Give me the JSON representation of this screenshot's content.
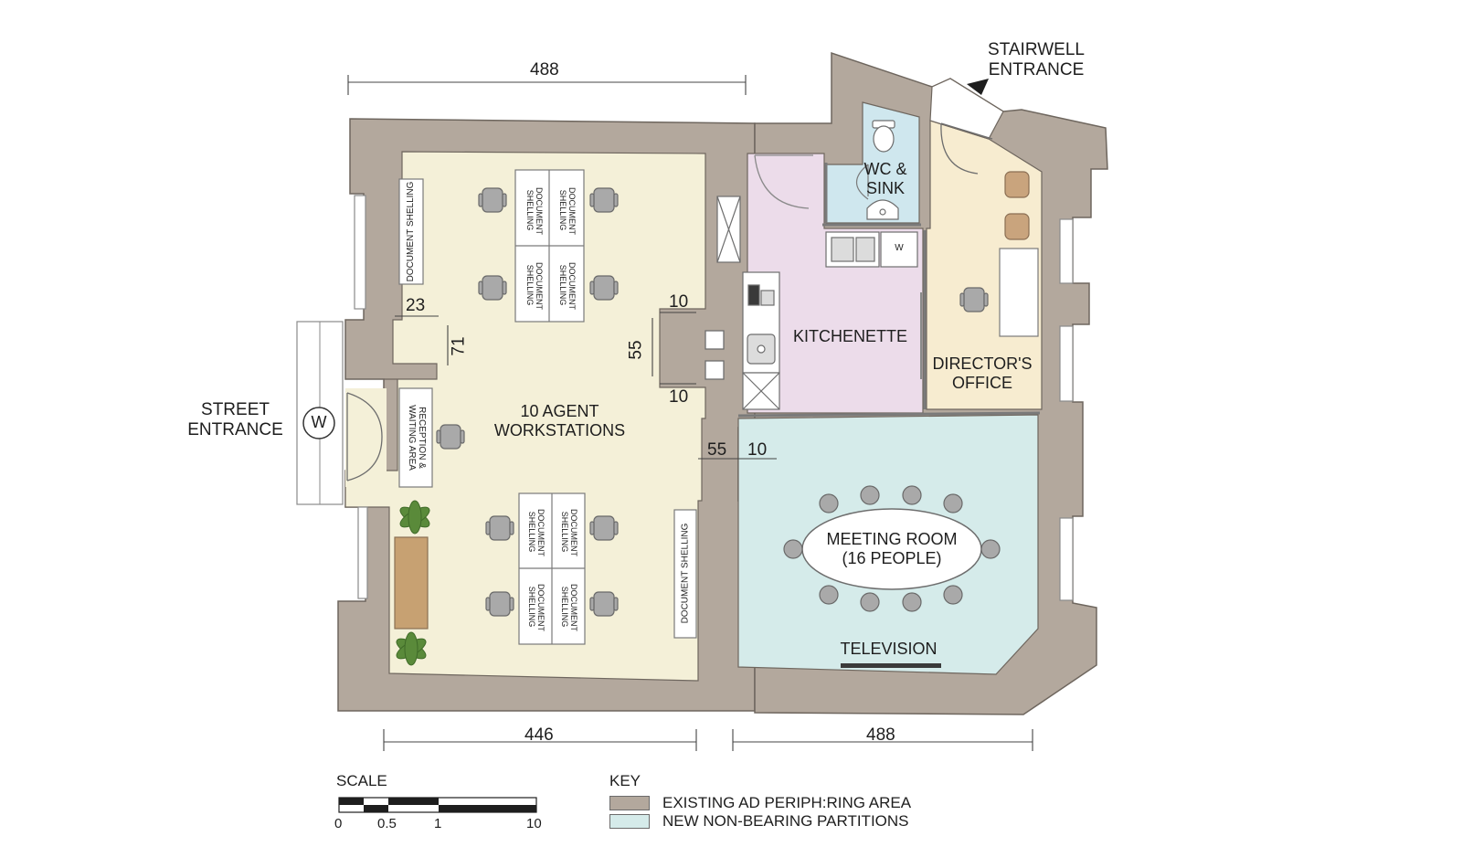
{
  "rooms": {
    "workstations": "10 AGENT\nWORKSTATIONS",
    "kitchenette": "KITCHENETTE",
    "directors_office": "DIRECTOR'S\nOFFICE",
    "meeting_room": "MEETING ROOM\n(16 PEOPLE)",
    "wc": "WC &\nSINK",
    "television": "TELEVISION"
  },
  "entrances": {
    "street": "STREET\nENTRANCE",
    "stairwell": "STAIRWELL\nENTRANCE",
    "w_marker": "W"
  },
  "fixtures": {
    "document_shelving": "DOCUMENT SHELLING",
    "document_shelving_block": "DOCUMENT\nSHELLING",
    "reception": "RECEPTION &\nWAITING AREA",
    "washer": "W"
  },
  "dimensions": {
    "top_width": "488",
    "bottom_left": "446",
    "bottom_right": "488",
    "d23": "23",
    "d71": "71",
    "d10_top": "10",
    "d55_vertical": "55",
    "d10_bottom": "10",
    "d55_door": "55",
    "d10_door": "10"
  },
  "scale": {
    "label": "SCALE",
    "ticks": [
      "0",
      "0.5",
      "1",
      "10"
    ]
  },
  "key": {
    "title": "KEY",
    "items": [
      {
        "label": "EXISTING AD PERIPH:RING AREA",
        "color": "#b3a89d"
      },
      {
        "label": "NEW NON-BEARING PARTITIONS",
        "color": "#d5ebea"
      }
    ]
  },
  "colors": {
    "wall": "#b3a89d",
    "workstations_floor": "#f4f0d8",
    "kitchen_floor": "#ecdcea",
    "directors_floor": "#f7ecd0",
    "meeting_floor": "#d5ebea",
    "wc_floor": "#cfe7ee"
  }
}
